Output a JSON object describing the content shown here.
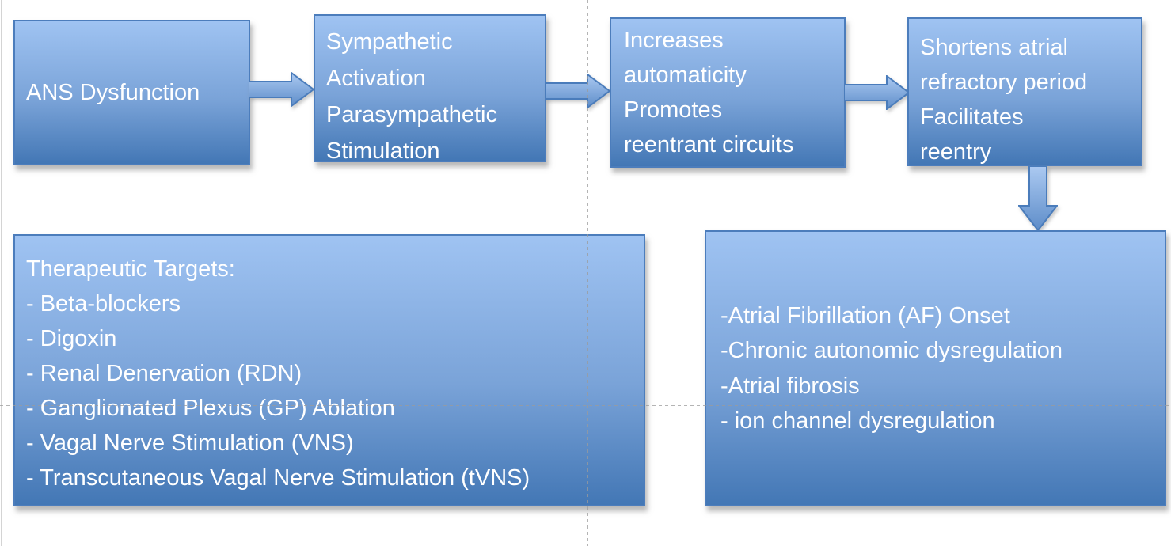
{
  "colors": {
    "box_gradient_top": "#9fc3f2",
    "box_gradient_bottom": "#4377b5",
    "box_border": "#4c7dbc",
    "arrow_gradient_top": "#abc9f1",
    "arrow_gradient_bottom": "#5e8dc9",
    "text": "#ffffff",
    "guide_line": "#9b9b9b",
    "shadow": "#737373"
  },
  "icons": {
    "flow_arrow": "block-arrow-right",
    "down_arrow": "block-arrow-down"
  },
  "flow": {
    "ans_dysfunction": {
      "label": "ANS Dysfunction"
    },
    "sympathetic": {
      "lines": [
        "Sympathetic",
        "Activation",
        "Parasympathetic",
        "Stimulation"
      ]
    },
    "automaticity": {
      "lines": [
        "Increases",
        "automaticity",
        "Promotes",
        "reentrant circuits"
      ]
    },
    "refractory": {
      "lines": [
        "Shortens atrial",
        "refractory period",
        "Facilitates",
        "reentry"
      ]
    },
    "therapeutic_targets": {
      "lines": [
        "Therapeutic Targets:",
        "- Beta-blockers",
        "- Digoxin",
        "- Renal Denervation (RDN)",
        "- Ganglionated Plexus (GP) Ablation",
        "- Vagal Nerve Stimulation (VNS)",
        "- Transcutaneous Vagal Nerve Stimulation (tVNS)"
      ]
    },
    "outcomes": {
      "lines": [
        "-Atrial Fibrillation (AF) Onset",
        "-Chronic autonomic dysregulation",
        "-Atrial fibrosis",
        "- ion channel dysregulation"
      ]
    }
  }
}
